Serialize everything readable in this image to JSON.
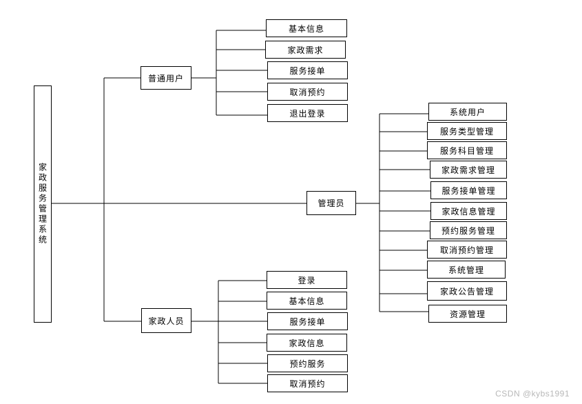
{
  "root": "家政服务管理系统",
  "branches": {
    "user": {
      "label": "普通用户",
      "children": [
        "基本信息",
        "家政需求",
        "服务接单",
        "取消预约",
        "退出登录"
      ]
    },
    "admin": {
      "label": "管理员",
      "children": [
        "系统用户",
        "服务类型管理",
        "服务科目管理",
        "家政需求管理",
        "服务接单管理",
        "家政信息管理",
        "预约服务管理",
        "取消预约管理",
        "系统管理",
        "家政公告管理",
        "资源管理"
      ]
    },
    "worker": {
      "label": "家政人员",
      "children": [
        "登录",
        "基本信息",
        "服务接单",
        "家政信息",
        "预约服务",
        "取消预约"
      ]
    }
  },
  "watermark": "CSDN @kybs1991"
}
